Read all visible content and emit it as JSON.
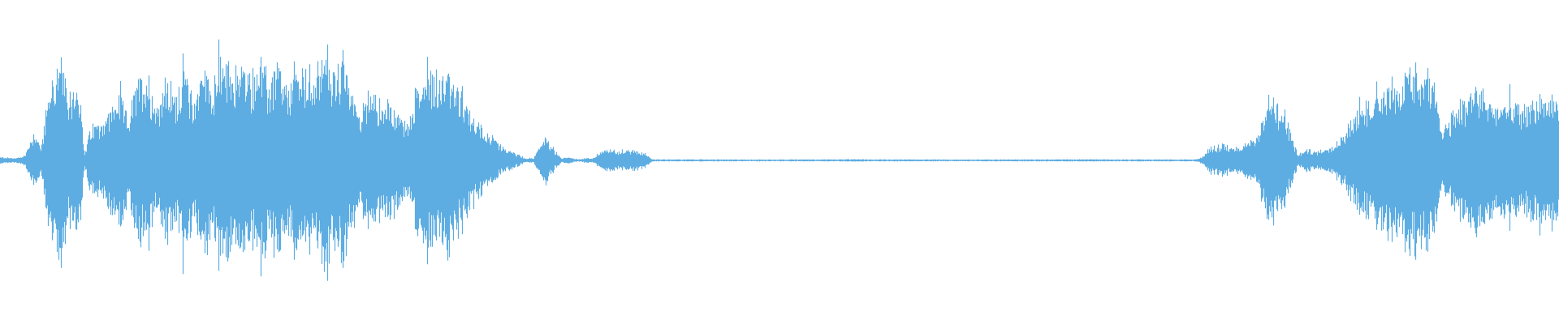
{
  "waveform": {
    "color": "#5dade2",
    "background": "#ffffff",
    "duration_fraction_total": 1.0,
    "envelope": [
      [
        0.0,
        0.03
      ],
      [
        0.01,
        0.02
      ],
      [
        0.016,
        0.05
      ],
      [
        0.02,
        0.22
      ],
      [
        0.023,
        0.28
      ],
      [
        0.026,
        0.1
      ],
      [
        0.029,
        0.4
      ],
      [
        0.032,
        0.72
      ],
      [
        0.036,
        0.85
      ],
      [
        0.04,
        0.95
      ],
      [
        0.043,
        0.5
      ],
      [
        0.047,
        0.72
      ],
      [
        0.05,
        0.8
      ],
      [
        0.054,
        0.05
      ],
      [
        0.058,
        0.3
      ],
      [
        0.064,
        0.35
      ],
      [
        0.07,
        0.45
      ],
      [
        0.076,
        0.6
      ],
      [
        0.082,
        0.4
      ],
      [
        0.088,
        0.7
      ],
      [
        0.094,
        0.85
      ],
      [
        0.1,
        0.5
      ],
      [
        0.106,
        0.75
      ],
      [
        0.112,
        0.6
      ],
      [
        0.118,
        0.85
      ],
      [
        0.124,
        0.55
      ],
      [
        0.13,
        0.9
      ],
      [
        0.136,
        0.7
      ],
      [
        0.142,
        0.95
      ],
      [
        0.148,
        0.8
      ],
      [
        0.154,
        0.9
      ],
      [
        0.16,
        0.75
      ],
      [
        0.166,
        0.95
      ],
      [
        0.172,
        0.7
      ],
      [
        0.178,
        0.9
      ],
      [
        0.184,
        0.6
      ],
      [
        0.19,
        0.92
      ],
      [
        0.196,
        0.75
      ],
      [
        0.202,
        0.88
      ],
      [
        0.208,
        0.95
      ],
      [
        0.214,
        0.85
      ],
      [
        0.22,
        0.92
      ],
      [
        0.226,
        0.6
      ],
      [
        0.232,
        0.45
      ],
      [
        0.238,
        0.7
      ],
      [
        0.244,
        0.5
      ],
      [
        0.25,
        0.55
      ],
      [
        0.256,
        0.4
      ],
      [
        0.262,
        0.35
      ],
      [
        0.266,
        0.6
      ],
      [
        0.27,
        0.8
      ],
      [
        0.274,
        0.85
      ],
      [
        0.278,
        0.82
      ],
      [
        0.282,
        0.78
      ],
      [
        0.288,
        0.8
      ],
      [
        0.294,
        0.65
      ],
      [
        0.298,
        0.5
      ],
      [
        0.304,
        0.4
      ],
      [
        0.31,
        0.3
      ],
      [
        0.316,
        0.2
      ],
      [
        0.322,
        0.12
      ],
      [
        0.328,
        0.08
      ],
      [
        0.333,
        0.05
      ],
      [
        0.336,
        0.02
      ],
      [
        0.342,
        0.02
      ],
      [
        0.346,
        0.12
      ],
      [
        0.349,
        0.25
      ],
      [
        0.352,
        0.15
      ],
      [
        0.356,
        0.08
      ],
      [
        0.36,
        0.02
      ],
      [
        0.365,
        0.03
      ],
      [
        0.37,
        0.01
      ],
      [
        0.375,
        0.02
      ],
      [
        0.38,
        0.02
      ],
      [
        0.385,
        0.08
      ],
      [
        0.39,
        0.1
      ],
      [
        0.396,
        0.09
      ],
      [
        0.402,
        0.1
      ],
      [
        0.408,
        0.09
      ],
      [
        0.414,
        0.07
      ],
      [
        0.418,
        0.01
      ],
      [
        0.48,
        0.008
      ],
      [
        0.55,
        0.01
      ],
      [
        0.62,
        0.008
      ],
      [
        0.7,
        0.01
      ],
      [
        0.76,
        0.008
      ],
      [
        0.768,
        0.01
      ],
      [
        0.772,
        0.05
      ],
      [
        0.776,
        0.12
      ],
      [
        0.782,
        0.14
      ],
      [
        0.79,
        0.12
      ],
      [
        0.798,
        0.15
      ],
      [
        0.804,
        0.18
      ],
      [
        0.808,
        0.3
      ],
      [
        0.812,
        0.55
      ],
      [
        0.816,
        0.62
      ],
      [
        0.82,
        0.5
      ],
      [
        0.824,
        0.4
      ],
      [
        0.828,
        0.25
      ],
      [
        0.832,
        0.05
      ],
      [
        0.838,
        0.1
      ],
      [
        0.844,
        0.08
      ],
      [
        0.85,
        0.12
      ],
      [
        0.856,
        0.15
      ],
      [
        0.862,
        0.25
      ],
      [
        0.868,
        0.4
      ],
      [
        0.874,
        0.5
      ],
      [
        0.88,
        0.62
      ],
      [
        0.886,
        0.7
      ],
      [
        0.892,
        0.72
      ],
      [
        0.898,
        0.68
      ],
      [
        0.904,
        0.8
      ],
      [
        0.91,
        0.85
      ],
      [
        0.916,
        0.88
      ],
      [
        0.92,
        0.6
      ],
      [
        0.924,
        0.3
      ],
      [
        0.93,
        0.4
      ],
      [
        0.936,
        0.55
      ],
      [
        0.942,
        0.62
      ],
      [
        0.948,
        0.65
      ],
      [
        0.954,
        0.58
      ],
      [
        0.96,
        0.5
      ],
      [
        0.966,
        0.55
      ],
      [
        0.972,
        0.52
      ],
      [
        0.978,
        0.5
      ],
      [
        0.984,
        0.55
      ],
      [
        0.99,
        0.58
      ],
      [
        0.996,
        0.6
      ],
      [
        1.0,
        0.55
      ]
    ]
  }
}
